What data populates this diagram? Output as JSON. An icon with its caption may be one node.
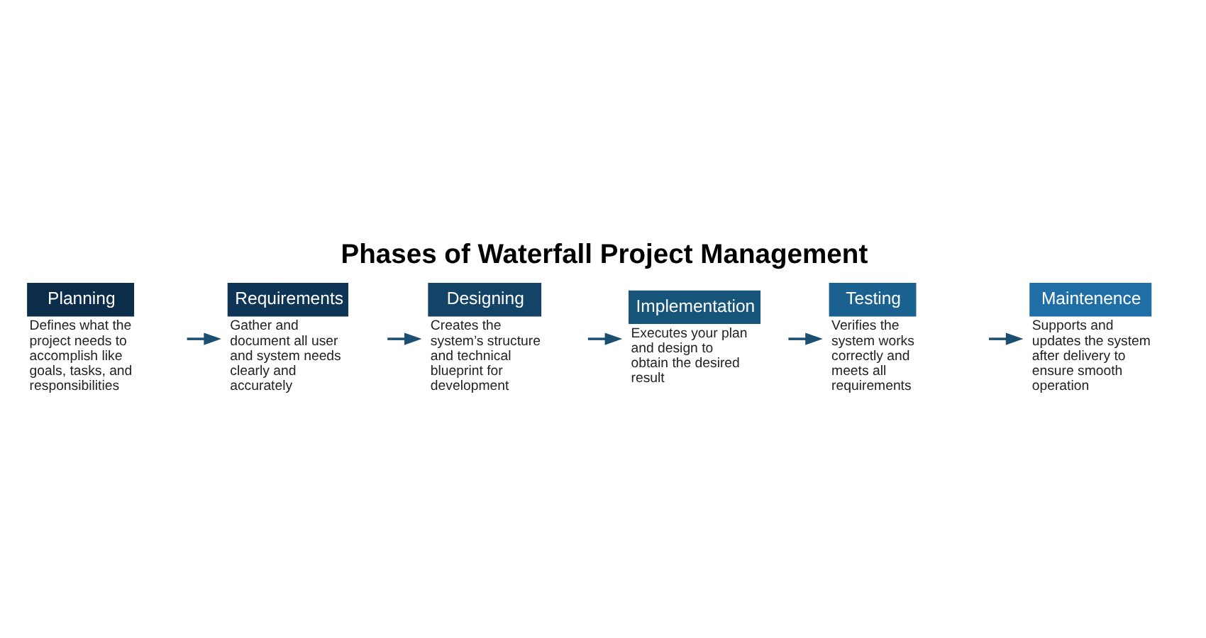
{
  "diagram": {
    "title": "Phases of Waterfall Project Management",
    "nodes": [
      {
        "text": [
          "Planning"
        ],
        "beside": [
          "Defines what the project needs to accomplish like goals, tasks, and responsibilities"
        ]
      },
      {
        "text": [
          "Requirements"
        ],
        "beside": [
          "Gather and document all user and system needs clearly and accurately"
        ]
      },
      {
        "text": [
          "Designing"
        ],
        "beside": [
          "Creates the system’s structure and technical blueprint for development"
        ]
      },
      {
        "text": [
          "Implementation"
        ],
        "beside": [
          "Executes your plan and design to obtain the desired result"
        ]
      },
      {
        "text": [
          "Testing"
        ],
        "beside": [
          "Verifies the system works correctly and meets all requirements"
        ]
      },
      {
        "text": [
          "Maintenence"
        ],
        "beside": [
          "Supports and updates the system after delivery to ensure smooth operation"
        ]
      }
    ],
    "edges": [
      {
        "from": 0,
        "to": 1,
        "arrow": "to"
      },
      {
        "from": 1,
        "to": 2,
        "arrow": "to"
      },
      {
        "from": 2,
        "to": 3,
        "arrow": "to"
      },
      {
        "from": 3,
        "to": 4,
        "arrow": "to"
      },
      {
        "from": 4,
        "to": 5,
        "arrow": "to"
      }
    ]
  }
}
